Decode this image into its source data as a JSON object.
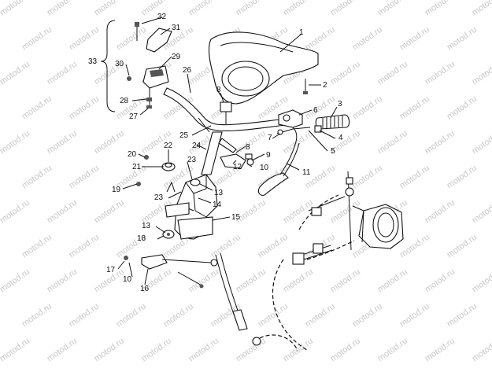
{
  "watermark": "motod.ru",
  "callouts": {
    "c1": "1",
    "c2": "2",
    "c3": "3",
    "c4": "4",
    "c5": "5",
    "c6": "6",
    "c7": "7",
    "c8a": "8",
    "c8b": "8",
    "c9": "9",
    "c10a": "10",
    "c10b": "10",
    "c11": "11",
    "c12": "12",
    "c13a": "13",
    "c13b": "13",
    "c14": "14",
    "c15": "15",
    "c16": "16",
    "c17": "17",
    "c18": "18",
    "c19": "19",
    "c20": "20",
    "c21": "21",
    "c22": "22",
    "c23a": "23",
    "c23b": "23",
    "c24": "24",
    "c25": "25",
    "c26": "26",
    "c27": "27",
    "c28": "28",
    "c29": "29",
    "c30": "30",
    "c31": "31",
    "c32": "32",
    "c33": "33"
  }
}
